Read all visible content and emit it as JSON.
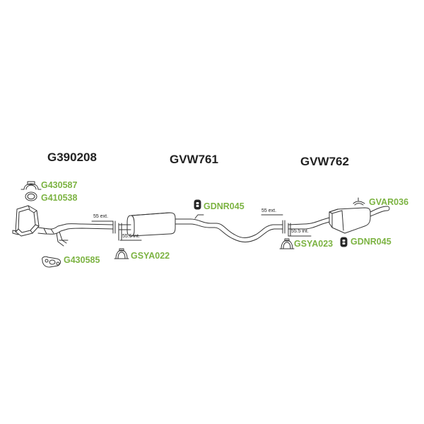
{
  "colors": {
    "part_label": "#7cb342",
    "main_label": "#222222",
    "line": "#333333"
  },
  "main_labels": {
    "front": "G390208",
    "middle": "GVW761",
    "rear": "GVW762"
  },
  "part_labels": {
    "clamp": "G430587",
    "ring": "G410538",
    "gasket": "G430585",
    "clamp_mid": "GSYA022",
    "hanger_mid": "GDNR045",
    "clamp_rear": "GSYA023",
    "hanger_rear": "GDNR045",
    "bracket_rear": "GVAR036"
  },
  "dimensions": {
    "ext_1": "55 ext.",
    "int_1": "55.5 int.",
    "ext_2": "55 ext.",
    "int_2": "55.5 int."
  }
}
